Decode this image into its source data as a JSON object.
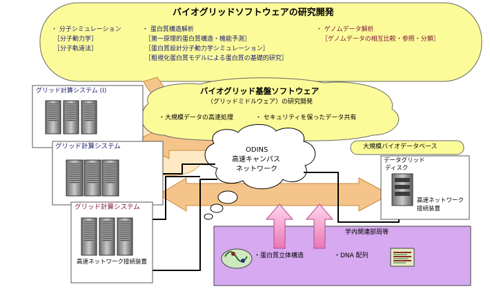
{
  "top_cloud": {
    "title": "バイオグリッドソフトウェアの研究開発",
    "col1": {
      "head": "・ 分子シミュレーション",
      "items": [
        "［分子動力学］",
        "［分子軌道法］"
      ]
    },
    "col2": {
      "head": "・ 蛋白質構造解析",
      "items": [
        "［第一原理的蛋白質構造・機能予測］",
        "［蛋白質設計分子動力学シミュレーション］",
        "［粗視化蛋白質モデルによる蛋白質の基礎的研究］"
      ]
    },
    "col3": {
      "head": "・ ゲノムデータ解析",
      "items": [
        "［ゲノムデータの相互比較・参照・分類］"
      ]
    }
  },
  "mid_cloud": {
    "title": "バイオグリッド基盤ソフトウェア",
    "subtitle": "（グリッドミドルウェア）の研究開発",
    "item1": "・大規模データの高速処理",
    "item2": "・ セキュリティを保ったデータ共有"
  },
  "grid_systems": [
    {
      "label": "グリッド計算システム (I)"
    },
    {
      "label": "グリッド計算システム"
    },
    {
      "label": "グリッド計算システム"
    }
  ],
  "network": {
    "line1": "ODINS",
    "line2": "高速キャンパス",
    "line3": "ネットワーク"
  },
  "connection_device": "高速ネットワーク接続装置",
  "database": {
    "title": "大規模バイオデータベース",
    "disk_line1": "データグリッド",
    "disk_line2": "ディスク",
    "device_line1": "高速ネットワーク",
    "device_line2": "接続装置"
  },
  "department": {
    "title": "学内関連部局等",
    "item1": "・蛋白質立体構造",
    "item2": "・DNA 配列"
  }
}
